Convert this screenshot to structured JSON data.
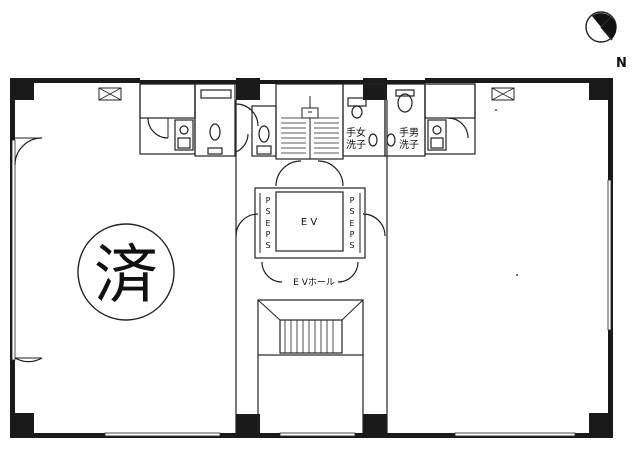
{
  "compass": {
    "north_label": "N"
  },
  "labels": {
    "ev": "E V",
    "ev_hall": "E Vホール",
    "ps_eps_left": [
      "P",
      "S",
      "E",
      "P",
      "S"
    ],
    "ps_eps_right": [
      "P",
      "S",
      "E",
      "P",
      "S"
    ],
    "women": "女",
    "men": "男",
    "hand_wash_a": "手",
    "wash_a": "洗",
    "child_a": "子",
    "hand_wash_b": "手",
    "wash_b": "洗",
    "child_b": "子"
  },
  "stamp": {
    "text": "済"
  },
  "colors": {
    "wall": "#1a1a1a",
    "line": "#222222",
    "background": "#ffffff"
  }
}
